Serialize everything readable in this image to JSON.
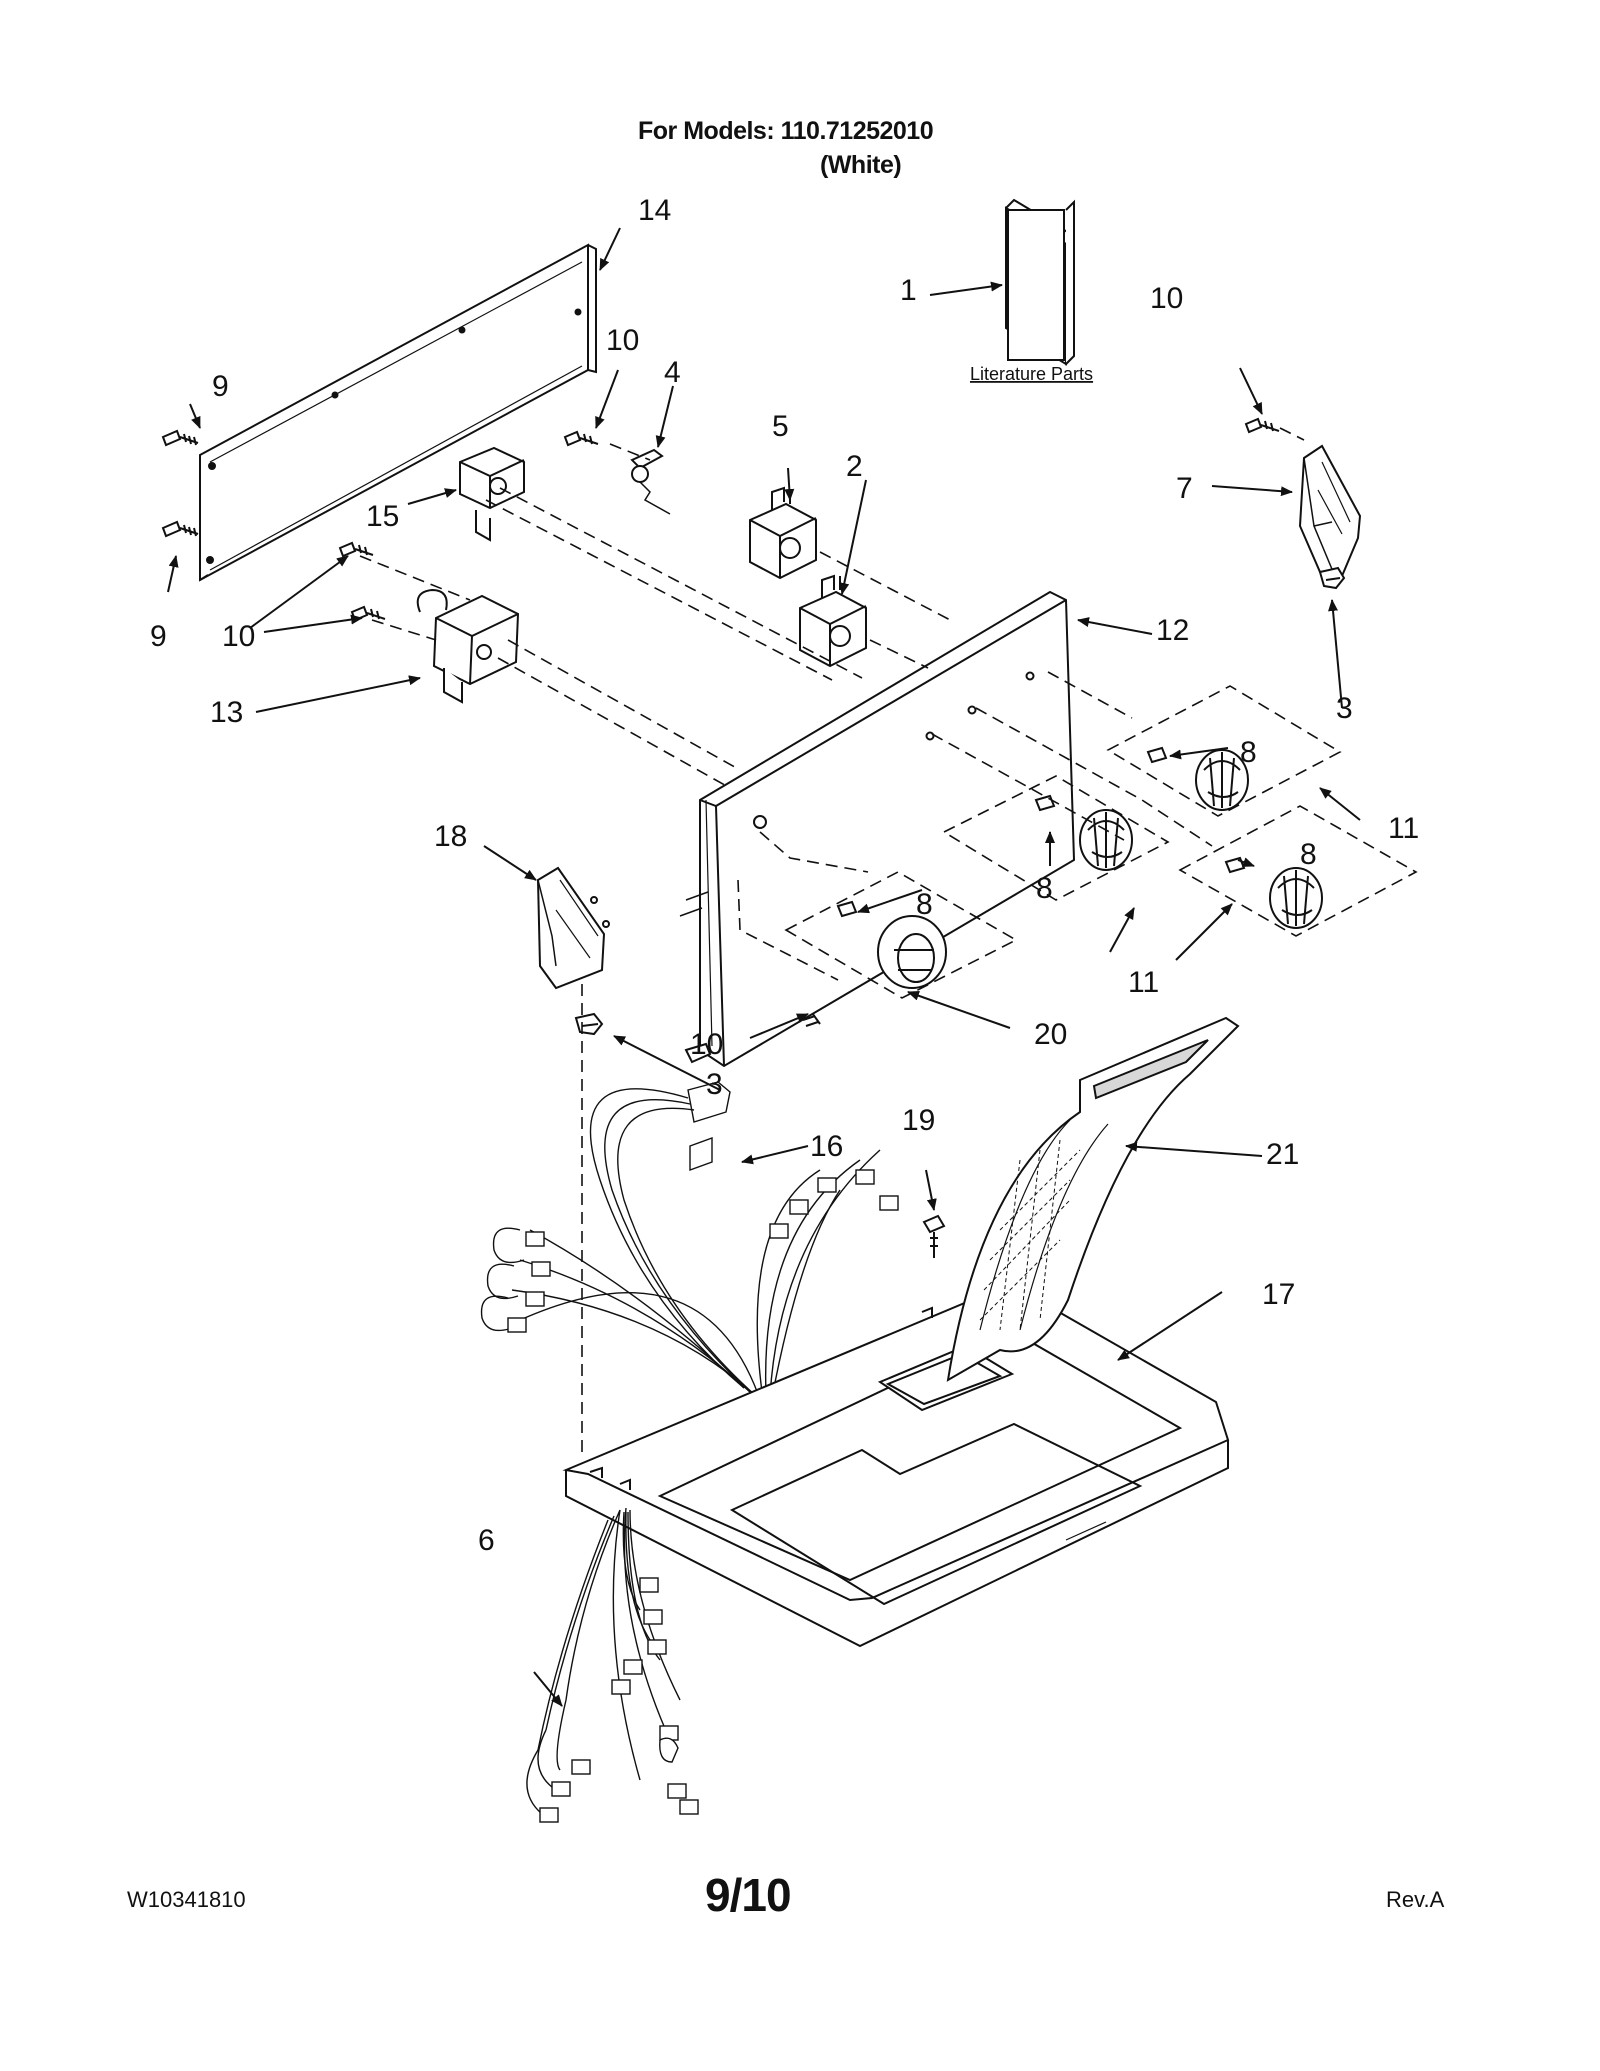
{
  "header": {
    "models_line": "For Models: 110.71252010",
    "color_line": "(White)"
  },
  "footer": {
    "doc_number": "W10341810",
    "page": "9/10",
    "revision": "Rev.A"
  },
  "literature_label": "Literature Parts",
  "callouts": {
    "c1": "1",
    "c2": "2",
    "c3a": "3",
    "c3b": "3",
    "c4": "4",
    "c5": "5",
    "c6": "6",
    "c7": "7",
    "c8a": "8",
    "c8b": "8",
    "c8c": "8",
    "c8d": "8",
    "c9a": "9",
    "c9b": "9",
    "c10a": "10",
    "c10b": "10",
    "c10c": "10",
    "c10d": "10",
    "c11a": "11",
    "c11b": "11",
    "c12": "12",
    "c13": "13",
    "c14": "14",
    "c15": "15",
    "c16": "16",
    "c17": "17",
    "c18": "18",
    "c19": "19",
    "c20": "20",
    "c21": "21"
  },
  "colors": {
    "line": "#111111",
    "background": "#ffffff",
    "shade": "#d8d8d8"
  }
}
